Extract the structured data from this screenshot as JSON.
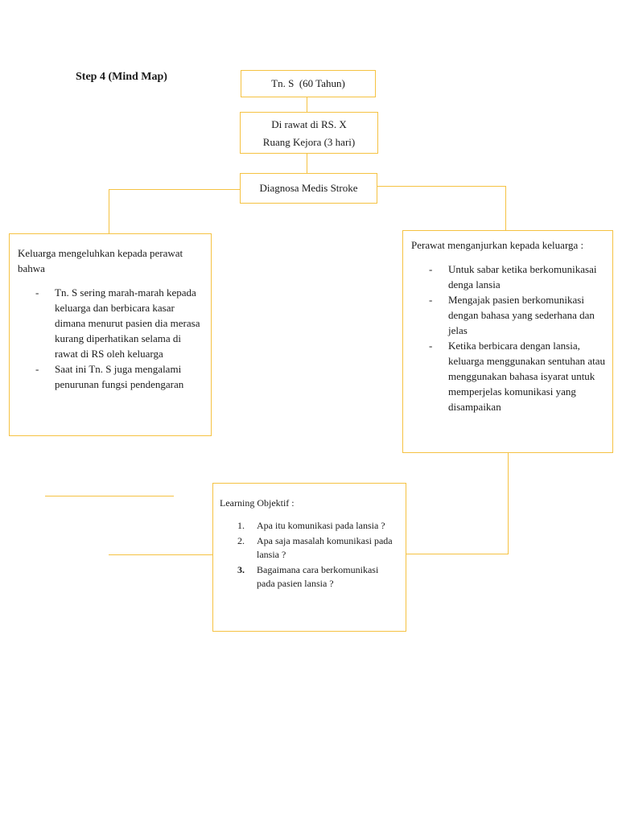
{
  "title": "Step 4 (Mind Map)",
  "patient": "Tn. S  (60 Tahun)",
  "care": {
    "line1": "Di rawat di RS. X",
    "line2": "Ruang Kejora (3 hari)"
  },
  "diagnosis": "Diagnosa Medis Stroke",
  "left_box": {
    "heading": "Keluarga mengeluhkan kepada perawat bahwa",
    "items": [
      "Tn. S sering marah-marah kepada keluarga dan berbicara kasar dimana menurut pasien dia merasa kurang diperhatikan selama di rawat di RS oleh keluarga",
      "Saat ini Tn. S juga mengalami penurunan fungsi pendengaran"
    ]
  },
  "right_box": {
    "heading": "Perawat menganjurkan kepada keluarga :",
    "items": [
      "Untuk sabar ketika berkomunikasai denga lansia",
      "Mengajak pasien berkomunikasi dengan bahasa yang sederhana dan jelas",
      "Ketika berbicara dengan lansia, keluarga menggunakan sentuhan atau menggunakan bahasa isyarat untuk memperjelas komunikasi yang disampaikan"
    ]
  },
  "objectives": {
    "heading": "Learning Objektif :",
    "items": [
      "Apa itu komunikasi pada lansia ?",
      "Apa saja masalah komunikasi pada lansia ?",
      "Bagaimana cara berkomunikasi pada pasien lansia ?"
    ]
  },
  "markers": {
    "dash": "-",
    "n1": "1.",
    "n2": "2.",
    "n3": "3."
  },
  "colors": {
    "border": "#f5c242",
    "text": "#1a1a1a"
  }
}
